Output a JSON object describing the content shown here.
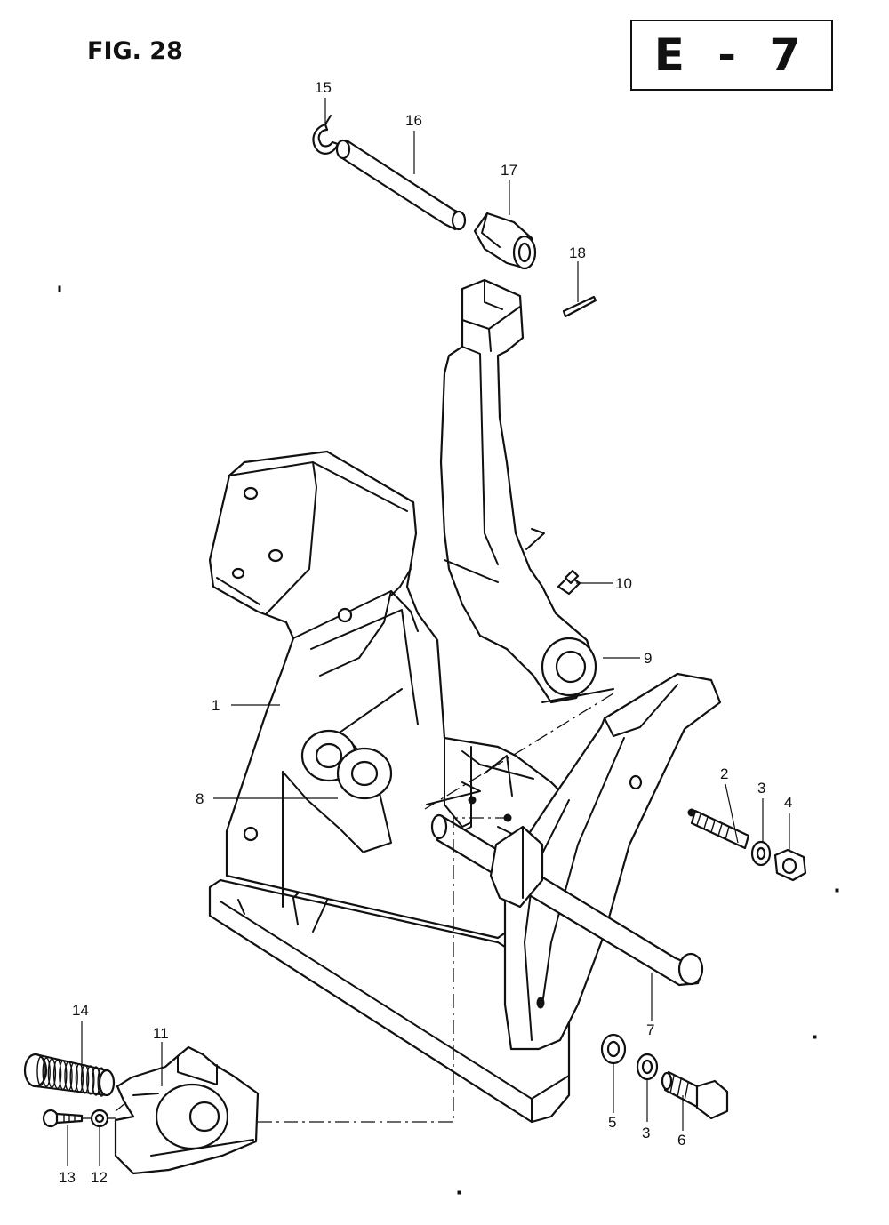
{
  "figure": {
    "title": "FIG. 28",
    "code": "E - 7"
  },
  "callouts": {
    "c1": "1",
    "c2": "2",
    "c3a": "3",
    "c3b": "3",
    "c4": "4",
    "c5": "5",
    "c6": "6",
    "c7": "7",
    "c8": "8",
    "c9": "9",
    "c10": "10",
    "c11": "11",
    "c12": "12",
    "c13": "13",
    "c14": "14",
    "c15": "15",
    "c16": "16",
    "c17": "17",
    "c18": "18"
  }
}
